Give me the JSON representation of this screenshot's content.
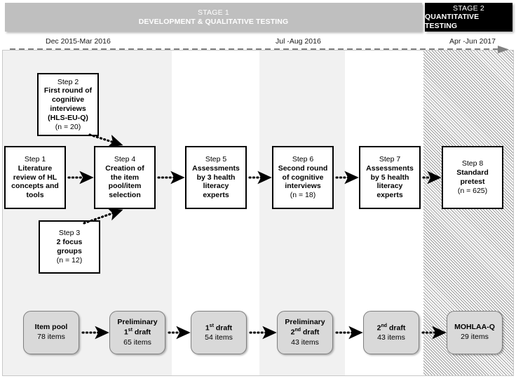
{
  "stages": [
    {
      "id": "stage-1",
      "line1": "STAGE 1",
      "line2": "DEVELOPMENT & QUALITATIVE TESTING",
      "bg": "#bfbfbf",
      "fg": "#ffffff"
    },
    {
      "id": "stage-2",
      "line1": "STAGE 2",
      "line2": "QUANTITATIVE TESTING",
      "bg": "#000000",
      "fg": "#ffffff"
    }
  ],
  "timeline": {
    "labels": [
      {
        "id": "period-1",
        "text": "Dec 2015-Mar 2016"
      },
      {
        "id": "period-2",
        "text": "Jul -Aug 2016"
      },
      {
        "id": "period-3",
        "text": "Apr -Jun 2017"
      }
    ],
    "arrow_style": "dashed-right-arrow"
  },
  "steps": [
    {
      "id": "step-1",
      "title": "Step 1",
      "body": [
        "Literature",
        "review of HL",
        "concepts and",
        "tools"
      ],
      "n": ""
    },
    {
      "id": "step-2",
      "title": "Step 2",
      "body": [
        "First round of",
        "cognitive",
        "interviews",
        "(HLS-EU-Q)"
      ],
      "n": "(n = 20)"
    },
    {
      "id": "step-3",
      "title": "Step 3",
      "body": [
        "2 focus",
        "groups"
      ],
      "n": "(n = 12)"
    },
    {
      "id": "step-4",
      "title": "Step 4",
      "body": [
        "Creation of",
        "the item",
        "pool/item",
        "selection"
      ],
      "n": ""
    },
    {
      "id": "step-5",
      "title": "Step 5",
      "body": [
        "Assessments",
        "by 3 health",
        "literacy",
        "experts"
      ],
      "n": ""
    },
    {
      "id": "step-6",
      "title": "Step 6",
      "body": [
        "Second round",
        "of cognitive",
        "interviews"
      ],
      "n": "(n = 18)"
    },
    {
      "id": "step-7",
      "title": "Step 7",
      "body": [
        "Assessments",
        "by 5 health",
        "literacy",
        "experts"
      ],
      "n": ""
    },
    {
      "id": "step-8",
      "title": "Step 8",
      "body": [
        "Standard",
        "pretest"
      ],
      "n": "(n = 625)"
    }
  ],
  "drafts": [
    {
      "id": "draft-item-pool",
      "main": "Item pool",
      "main_sup": "",
      "main_tail": "",
      "sub": "78 items"
    },
    {
      "id": "draft-prelim-1st",
      "main_pre": "Preliminary",
      "main": "1",
      "main_sup": "st",
      "main_tail": " draft",
      "sub": "65 items"
    },
    {
      "id": "draft-1st",
      "main": "1",
      "main_sup": "st",
      "main_tail": " draft",
      "sub": "54 items"
    },
    {
      "id": "draft-prelim-2nd",
      "main_pre": "Preliminary",
      "main": "2",
      "main_sup": "nd",
      "main_tail": " draft",
      "sub": "43 items"
    },
    {
      "id": "draft-2nd",
      "main": "2",
      "main_sup": "nd",
      "main_tail": " draft",
      "sub": "43 items"
    },
    {
      "id": "draft-mohlaa-q",
      "main": "MOHLAA-Q",
      "main_sup": "",
      "main_tail": "",
      "sub": "29 items"
    }
  ],
  "colors": {
    "stage1_bar": "#bfbfbf",
    "stage2_bar": "#000000",
    "band_gray": "#f1f1f1",
    "band_white": "#ffffff",
    "hatch_line": "#9c9c9c",
    "draft_fill": "#d9d9d9",
    "draft_border": "#7f7f7f",
    "step_border": "#000000",
    "arrow": "#000000"
  }
}
